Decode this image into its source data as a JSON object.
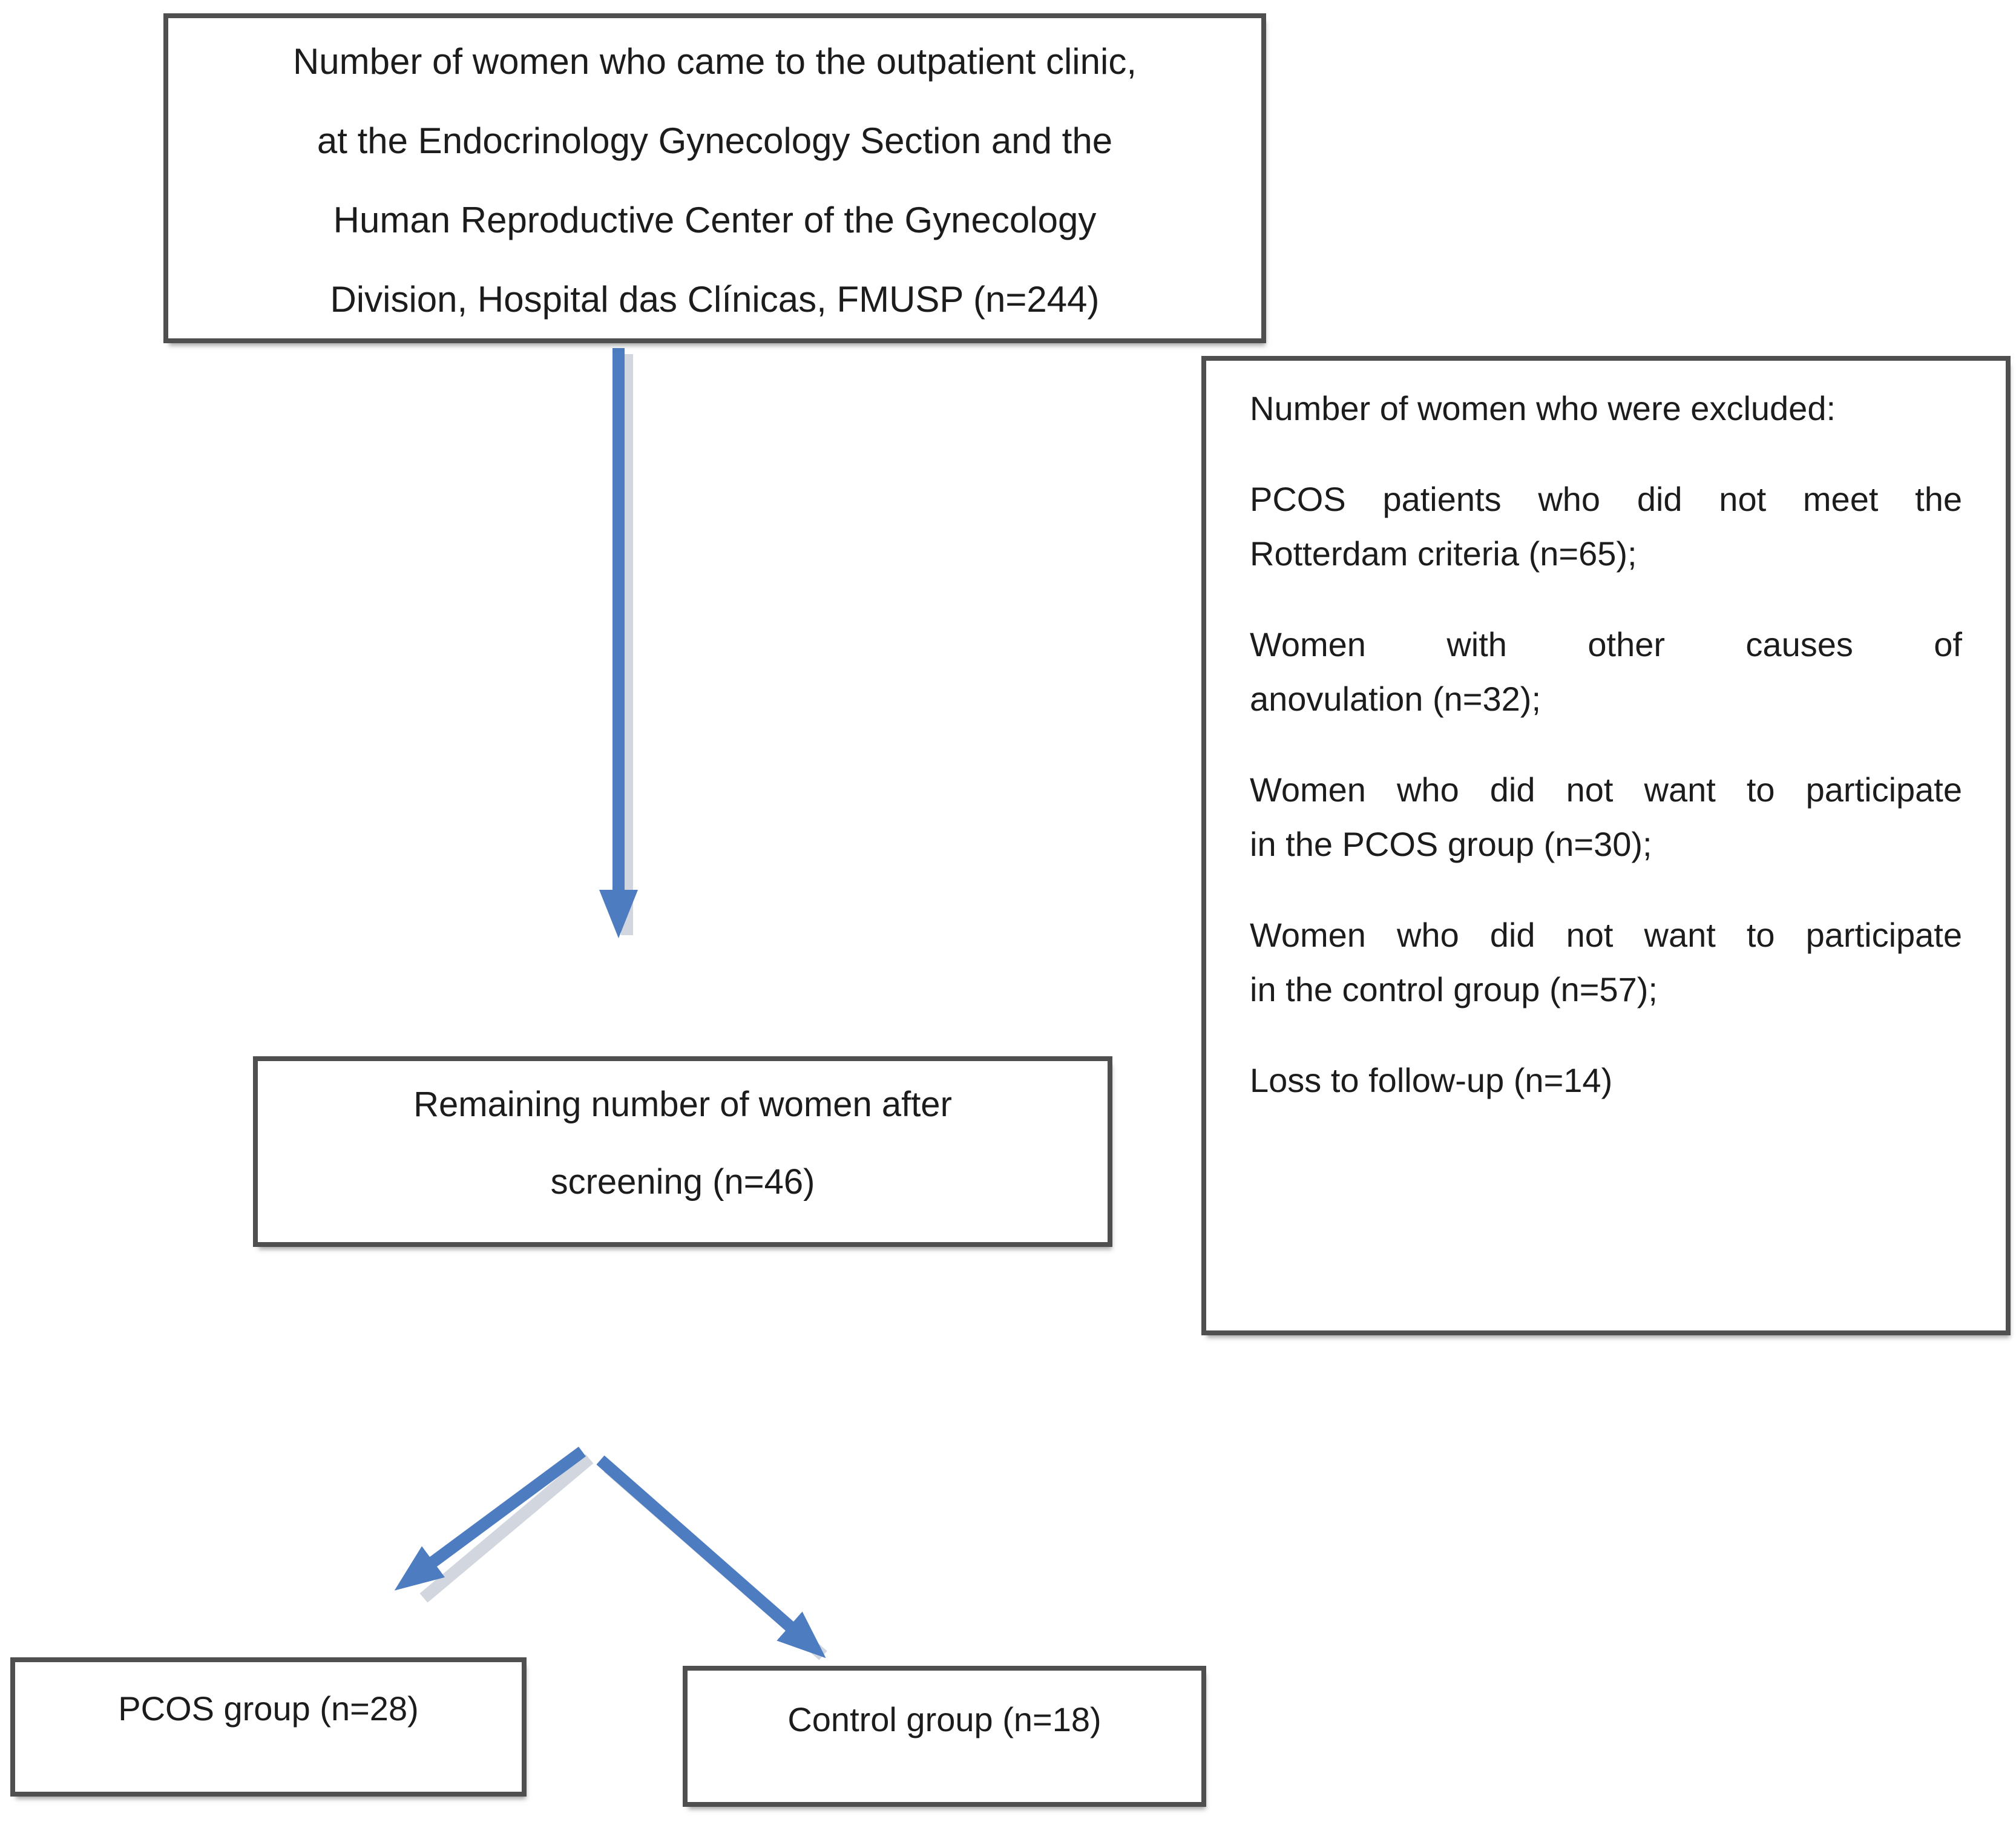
{
  "colors": {
    "arrow": "#4d7cc0",
    "border": "#4f4f4f",
    "text": "#1c1c1c"
  },
  "recruitment_box": {
    "lines": [
      "Number of women who came to the outpatient clinic,",
      "at the Endocrinology Gynecology Section and the",
      "Human Reproductive Center of the Gynecology",
      "Division, Hospital das Clínicas, FMUSP (n=244)"
    ]
  },
  "exclusion_box": {
    "heading": "Number of women who were excluded:",
    "items": [
      {
        "first": "PCOS patients who did not meet the",
        "last": "Rotterdam criteria (n=65);"
      },
      {
        "first": "Women with other causes of",
        "last": "anovulation (n=32);"
      },
      {
        "first": "Women who did not want to participate",
        "last": "in the PCOS group (n=30);"
      },
      {
        "first": "Women who did not want to participate",
        "last": "in the control group (n=57);"
      },
      {
        "first": "Loss to follow-up (n=14)"
      }
    ]
  },
  "screening_box": {
    "lines": [
      "Remaining number of women after",
      "screening (n=46)"
    ]
  },
  "pcos_box": {
    "label": "PCOS group (n=28)"
  },
  "control_box": {
    "label": "Control group (n=18)"
  }
}
